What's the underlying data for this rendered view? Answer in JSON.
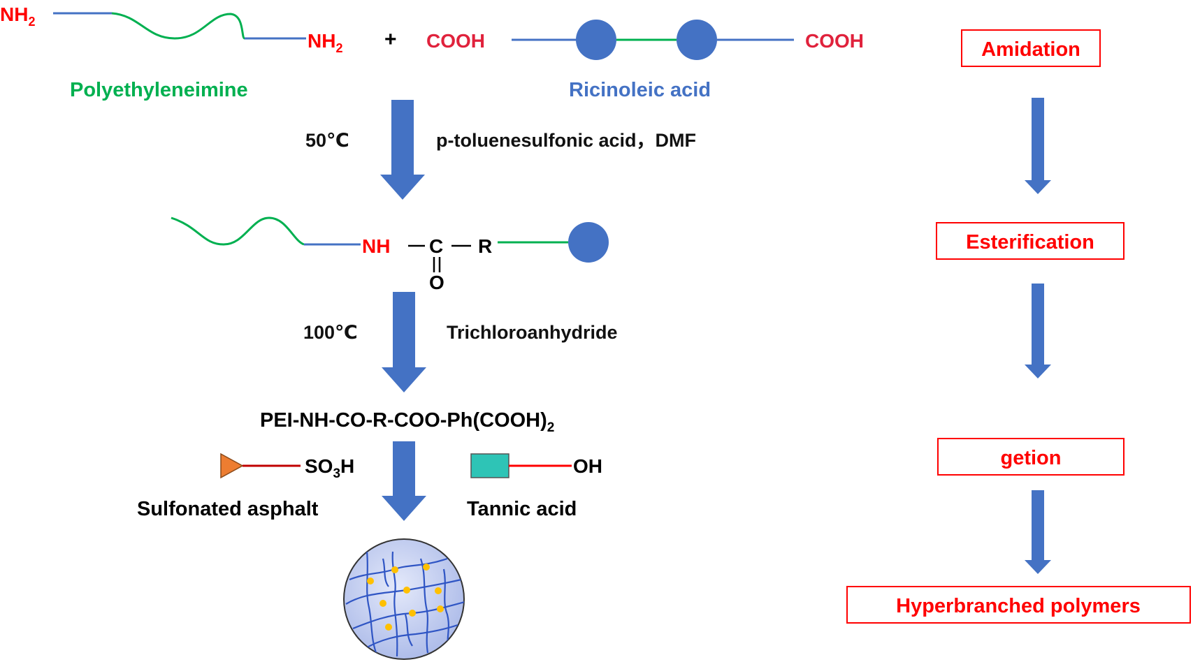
{
  "colors": {
    "amine_red": "#ff0000",
    "pei_chain_green": "#00b050",
    "acid_label_blue": "#4472c4",
    "bond_blue": "#4472c4",
    "arrow_blue": "#4472c4",
    "acid_red": "#e0223c",
    "box_red": "#ff0000",
    "asphalt_orange": "#ed7d31",
    "tannic_teal": "#2ec4b6",
    "sphere_fill": "#c9d3f2",
    "crosslink_yellow": "#ffc000"
  },
  "reactants": {
    "nh2_left": "NH",
    "nh2_left_sub": "2",
    "nh2_right": "NH",
    "nh2_right_sub": "2",
    "plus": "+",
    "cooh_left": "COOH",
    "cooh_right": "COOH",
    "pei_name": "Polyethyleneimine",
    "acid_name": "Ricinoleic acid"
  },
  "step1": {
    "temperature": "50℃",
    "reagents": "p-toluenesulfonic acid，DMF"
  },
  "intermediate": {
    "nh": "NH",
    "c": "C",
    "r": "R",
    "o": "O",
    "bond_dash": "—"
  },
  "step2": {
    "temperature": "100℃",
    "reagent": "Trichloroanhydride"
  },
  "product": {
    "formula": "PEI-NH-CO-R-COO-Ph(COOH)",
    "formula_sub": "2"
  },
  "additives": {
    "so3h_a": "SO",
    "so3h_sub": "3",
    "so3h_b": "H",
    "oh": "OH",
    "asphalt_name": "Sulfonated asphalt",
    "tannic_name": "Tannic acid"
  },
  "process_steps": [
    "Amidation",
    "Esterification",
    "getion",
    "Hyperbranched polymers"
  ]
}
